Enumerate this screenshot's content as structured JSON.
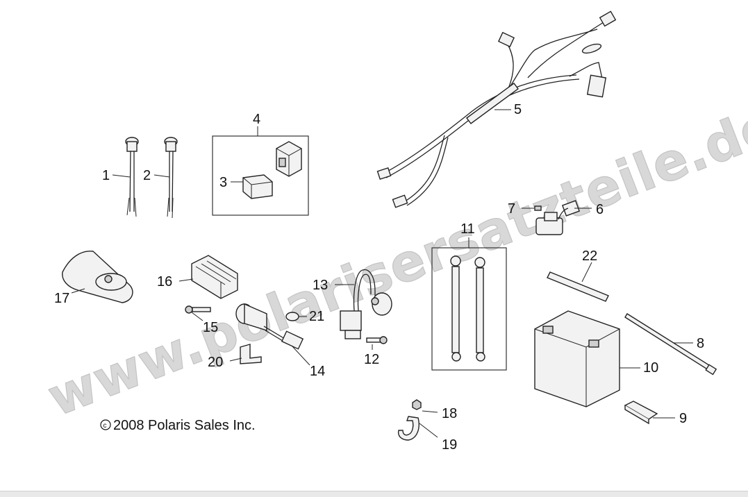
{
  "watermark": "www.polarisersatzteile.de",
  "copyright": "2008 Polaris Sales Inc.",
  "copyright_symbol": "c",
  "callouts": {
    "c1": "1",
    "c2": "2",
    "c3": "3",
    "c4": "4",
    "c5": "5",
    "c6": "6",
    "c7": "7",
    "c8": "8",
    "c9": "9",
    "c10": "10",
    "c11": "11",
    "c12": "12",
    "c13": "13",
    "c14": "14",
    "c15": "15",
    "c16": "16",
    "c17": "17",
    "c18": "18",
    "c19": "19",
    "c20": "20",
    "c21": "21",
    "c22": "22"
  }
}
